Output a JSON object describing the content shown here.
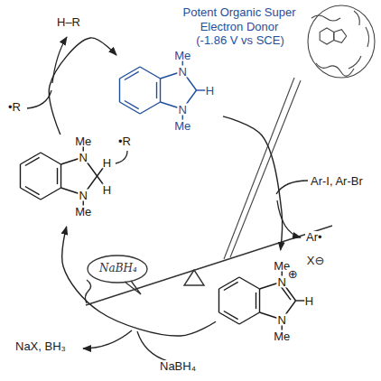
{
  "diagram": {
    "title": "Potent Organic Super Electron Donor",
    "nodes": [
      {
        "text": [
          "Me",
          "N",
          "H",
          "N",
          "Me"
        ]
      },
      {
        "text": [
          "Me",
          "N",
          "⊕",
          "X⊖",
          "H",
          "N",
          "Me"
        ]
      },
      {
        "text": [
          "Me",
          "N",
          "H",
          "H",
          "N",
          "Me"
        ]
      }
    ],
    "edges": [
      {
        "from": 2,
        "to": 0,
        "arrow": "to"
      },
      {
        "from": 0,
        "to": 1,
        "arrow": "to"
      },
      {
        "from": 1,
        "to": 2,
        "arrow": "to"
      }
    ],
    "labels": [
      "H–R",
      "•R",
      "Ar-I, Ar-Br",
      "Ar•",
      "NaX, BH₃",
      "NaBH₄",
      "NaBH₄",
      "•R",
      "(-1.86 V vs SCE)"
    ]
  }
}
